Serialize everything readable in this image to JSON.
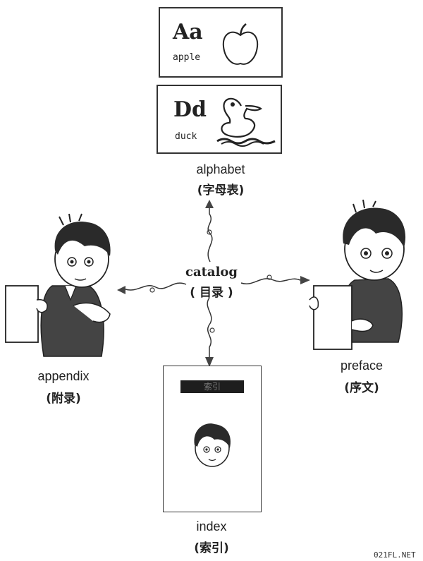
{
  "cards": [
    {
      "letters": "Aa",
      "word": "apple",
      "icon": "apple-icon"
    },
    {
      "letters": "Dd",
      "word": "duck",
      "icon": "duck-icon"
    }
  ],
  "center": {
    "en": "catalog",
    "zh": "( 目录 )"
  },
  "nodes": {
    "alphabet": {
      "en": "alphabet",
      "zh": "(字母表)"
    },
    "appendix": {
      "en": "appendix",
      "zh": "(附录)"
    },
    "preface": {
      "en": "preface",
      "zh": "(序文)"
    },
    "index": {
      "en": "index",
      "zh": "(索引)",
      "header": "索引"
    }
  },
  "watermark": "021FL.NET"
}
